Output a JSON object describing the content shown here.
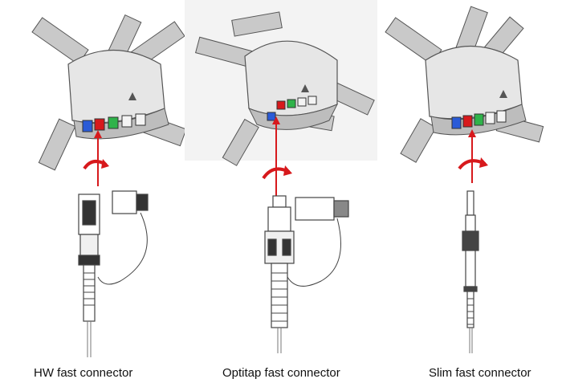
{
  "captions": {
    "hw": "HW fast connector",
    "optitap": "Optitap fast connector",
    "slim": "Slim fast connector"
  },
  "colors": {
    "closure_body": "#e4e4e4",
    "closure_shade": "#bdbdbd",
    "line": "#555555",
    "arrow": "#d7191c",
    "port_blue": "#2a5bd7",
    "port_red": "#d7191c",
    "port_green": "#2fb34a"
  },
  "icons": {
    "closure": "fiber-closure-icon",
    "hw_connector": "hw-connector-icon",
    "optitap_connector": "optitap-connector-icon",
    "slim_connector": "slim-connector-icon",
    "insert_arrow": "insert-arrow-icon"
  }
}
